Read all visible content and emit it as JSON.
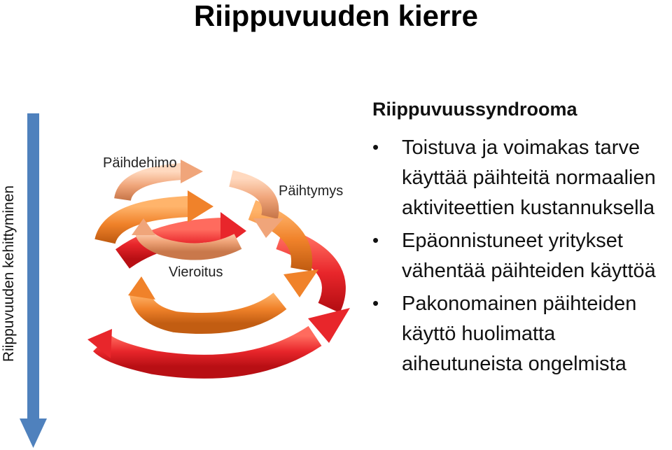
{
  "title": "Riippuvuuden kierre",
  "axis_label": "Riippuvuuden kehittyminen",
  "stages": {
    "craving": "Päihdehimo",
    "intoxication": "Päihtymys",
    "withdrawal": "Vieroitus"
  },
  "syndrome": {
    "heading": "Riippuvuussyndrooma",
    "bullets": [
      "Toistuva ja voimakas tarve käyttää päihteitä normaalien aktiviteettien kustannuksella",
      "Epäonnistuneet yritykset vähentää päihteiden käyttöä",
      "Pakonomainen päihteiden käyttö huolimatta aiheutuneista ongelmista"
    ]
  },
  "colors": {
    "axis_arrow": "#4f81bd",
    "ring_outer": "#e8262b",
    "ring_middle": "#f0822a",
    "ring_inner": "#f0a57a"
  }
}
